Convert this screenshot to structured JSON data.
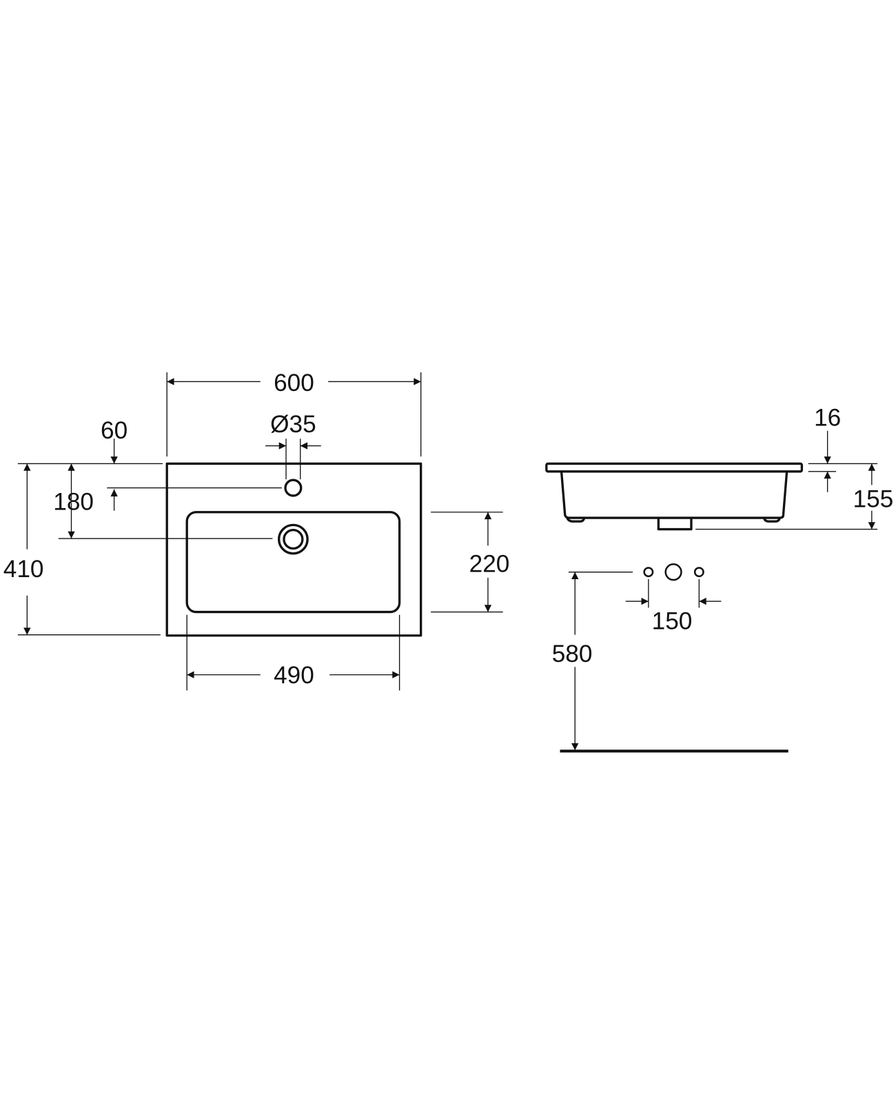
{
  "drawing": {
    "plan_view": {
      "overall_width": "600",
      "overall_depth": "410",
      "bowl_width": "490",
      "bowl_depth": "220",
      "tap_hole_diameter": "Ø35",
      "tap_hole_offset_edge": "60",
      "drain_offset": "180"
    },
    "side_view": {
      "rim_thickness": "16",
      "total_height": "155",
      "tap_spacing": "150",
      "tap_height_from_floor": "580"
    },
    "colors": {
      "line": "#111111",
      "background": "#ffffff"
    }
  }
}
